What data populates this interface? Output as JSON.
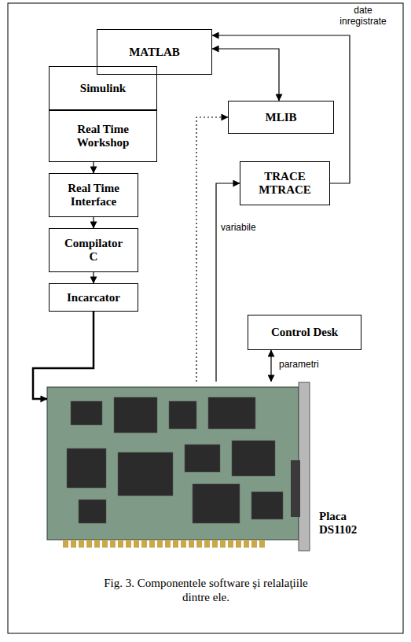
{
  "diagram": {
    "caption": "Fig. 3. Componentele software şi relalaţiile dintre ele.",
    "nodes": [
      {
        "text": [
          "MATLAB"
        ]
      },
      {
        "text": [
          "Simulink"
        ]
      },
      {
        "text": [
          "Real Time Workshop"
        ]
      },
      {
        "text": [
          "Real Time Interface"
        ]
      },
      {
        "text": [
          "Compilator C"
        ]
      },
      {
        "text": [
          "Incarcator"
        ]
      },
      {
        "text": [
          "MLIB"
        ]
      },
      {
        "text": [
          "TRACE MTRACE"
        ]
      },
      {
        "text": [
          "Control Desk"
        ]
      },
      {
        "text": [
          "Placa DS1102"
        ]
      }
    ],
    "edges": [
      {
        "from": 2,
        "to": 3,
        "arrow": "to"
      },
      {
        "from": 3,
        "to": 4,
        "arrow": "to"
      },
      {
        "from": 4,
        "to": 5,
        "arrow": "to"
      },
      {
        "from": 5,
        "to": 9,
        "arrow": "to"
      },
      {
        "from": 0,
        "to": 6,
        "arrow": "both"
      },
      {
        "from": 9,
        "to": 6,
        "arrow": "to"
      },
      {
        "from": 9,
        "to": 7,
        "arrow": "to",
        "label": "variabile"
      },
      {
        "from": 7,
        "to": 0,
        "arrow": "to",
        "label": "date inregistrate"
      },
      {
        "from": 8,
        "to": 9,
        "arrow": "both",
        "label": "parametri"
      }
    ]
  }
}
